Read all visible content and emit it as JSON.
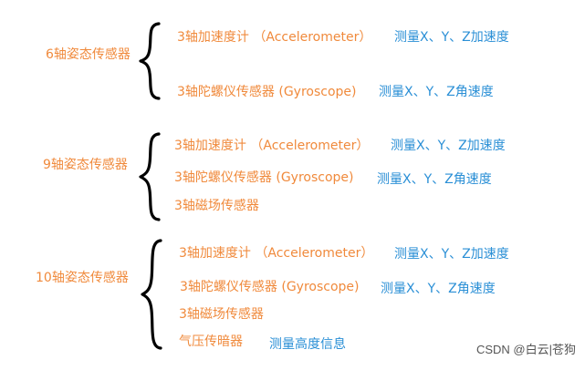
{
  "groups": [
    {
      "title": "6轴姿态传感器",
      "items": [
        {
          "label": "3轴加速度计 （Accelerometer）",
          "desc": "测量X、Y、Z加速度"
        },
        {
          "label": "3轴陀螺仪传感器 (Gyroscope)",
          "desc": "测量X、Y、Z角速度"
        }
      ]
    },
    {
      "title": "9轴姿态传感器",
      "items": [
        {
          "label": "3轴加速度计 （Accelerometer）",
          "desc": "测量X、Y、Z加速度"
        },
        {
          "label": "3轴陀螺仪传感器 (Gyroscope)",
          "desc": "测量X、Y、Z角速度"
        },
        {
          "label": "3轴磁场传感器",
          "desc": ""
        }
      ]
    },
    {
      "title": "10轴姿态传感器",
      "items": [
        {
          "label": "3轴加速度计 （Accelerometer）",
          "desc": "测量X、Y、Z加速度"
        },
        {
          "label": "3轴陀螺仪传感器 (Gyroscope)",
          "desc": "测量X、Y、Z角速度"
        },
        {
          "label": "3轴磁场传感器",
          "desc": ""
        },
        {
          "label": "气压传暗器",
          "desc": "测量高度信息"
        }
      ]
    }
  ],
  "watermark": "CSDN @白云|苍狗",
  "colors": {
    "label": "#f08a3c",
    "description": "#2a8fd6",
    "brace": "#000000"
  }
}
